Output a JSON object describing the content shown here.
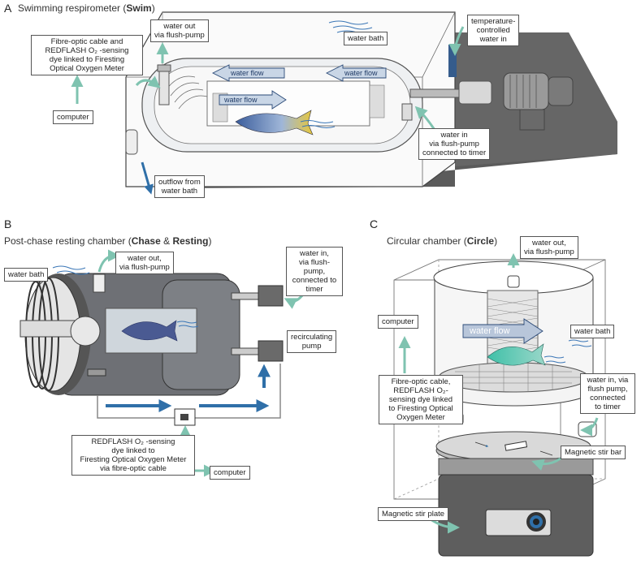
{
  "panel_a": {
    "letter": "A",
    "title_pre": "Swimming respirometer (",
    "title_bold": "Swim",
    "title_post": ")",
    "label_fibre": "Fibre-optic cable and\nREDFLASH O₂ -sensing\ndye linked to Firesting\nOptical Oxygen Meter",
    "label_computer": "computer",
    "label_water_out": "water out\nvia flush-pump",
    "label_water_bath": "water bath",
    "label_temp": "temperature-\ncontrolled\nwater in",
    "flow_1": "water flow",
    "flow_2": "water flow",
    "flow_3": "water flow",
    "label_water_in": "water in\nvia flush-pump\nconnected to timer",
    "label_outflow": "outflow from\nwater bath"
  },
  "panel_b": {
    "letter": "B",
    "title_pre": "Post-chase resting chamber (",
    "title_bold1": "Chase",
    "title_mid": " & ",
    "title_bold2": "Resting",
    "title_post": ")",
    "label_water_bath": "water bath",
    "label_water_out": "water out,\nvia flush-pump",
    "label_water_in": "water in,\nvia flush-pump,\nconnected to\ntimer",
    "label_recirc": "recirculating\npump",
    "label_redflash": "REDFLASH O₂ -sensing\ndye linked to\nFiresting Optical Oxygen Meter\nvia fibre-optic cable",
    "label_computer": "computer"
  },
  "panel_c": {
    "letter": "C",
    "title_pre": "Circular chamber (",
    "title_bold": "Circle",
    "title_post": ")",
    "label_water_out": "water out,\nvia flush-pump",
    "label_computer": "computer",
    "flow": "water flow",
    "label_water_bath": "water bath",
    "label_fibre": "Fibre-optic cable,\nREDFLASH O₂-\nsensing dye linked\nto Firesting Optical\nOxygen Meter",
    "label_water_in": "water in, via\nflush pump,\nconnected\nto timer",
    "label_stir_bar": "Magnetic stir bar",
    "label_stir_plate": "Magnetic stir plate"
  },
  "colors": {
    "teal_arrow": "#7fc3b0",
    "blue_arrow": "#2f6fa8",
    "grey_base": "#5a5a5a",
    "chamber_dark": "#6e7075",
    "flow_arrow_fill": "#c9d6e6"
  }
}
